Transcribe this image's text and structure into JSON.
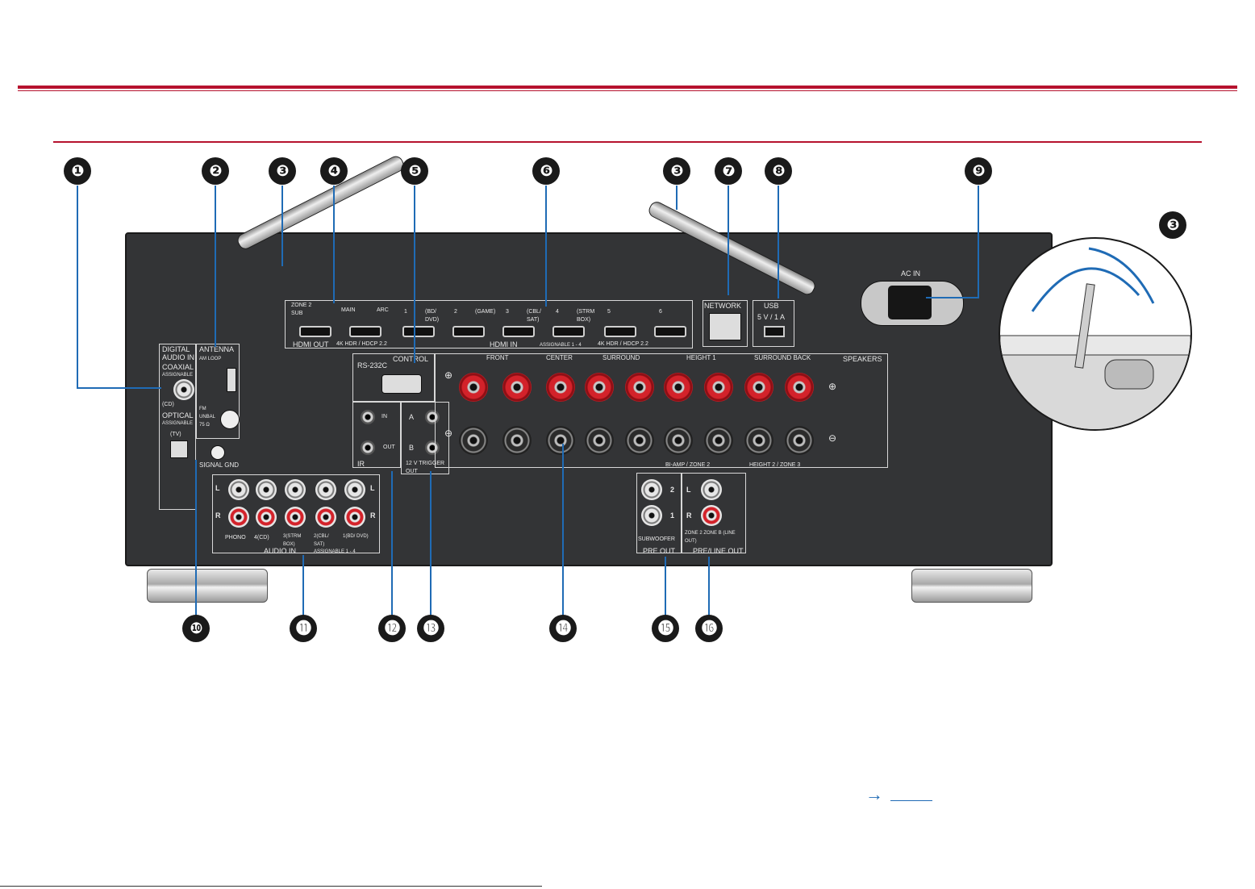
{
  "callouts": {
    "c1": "❶",
    "c2": "❷",
    "c3a": "❸",
    "c4": "❹",
    "c5": "❺",
    "c6": "❻",
    "c3b": "❸",
    "c7": "❼",
    "c8": "❽",
    "c9": "❾",
    "c3c": "❸",
    "c10": "❿",
    "c11": "⓫",
    "c12": "⓬",
    "c13": "⓭",
    "c14": "⓮",
    "c15": "⓯",
    "c16": "⓰"
  },
  "panel": {
    "digital_audio_in": "DIGITAL AUDIO IN",
    "coaxial": "COAXIAL",
    "assignable": "ASSIGNABLE",
    "cd": "(CD)",
    "optical": "OPTICAL",
    "optical_assignable": "ASSIGNABLE",
    "tv": "(TV)",
    "antenna": "ANTENNA",
    "am_loop": "AM LOOP",
    "fm": "FM UNBAL 75 Ω",
    "signal_gnd": "SIGNAL GND",
    "zone2_sub": "ZONE 2 SUB",
    "main": "MAIN",
    "arc": "ARC",
    "hdmi_out": "HDMI OUT",
    "hdr_out": "4K HDR / HDCP 2.2",
    "hdmi_in": "HDMI IN",
    "assignable_1_4": "ASSIGNABLE 1 - 4",
    "hdr_in": "4K HDR / HDCP 2.2",
    "in1": "1",
    "in1_label": "(BD/ DVD)",
    "in2": "2",
    "in2_label": "(GAME)",
    "in3": "3",
    "in3_label": "(CBL/ SAT)",
    "in4": "4",
    "in4_label": "(STRM BOX)",
    "in5": "5",
    "in6": "6",
    "network": "NETWORK",
    "usb": "USB",
    "usb_rating": "5 V / 1 A",
    "ac_in": "AC IN",
    "control": "CONTROL",
    "rs232c": "RS-232C",
    "ir": "IR",
    "ir_in": "IN",
    "ir_out": "OUT",
    "trigger_a": "A",
    "trigger_b": "B",
    "trigger": "12 V TRIGGER OUT",
    "speakers": "SPEAKERS",
    "front": "FRONT",
    "center": "CENTER",
    "surround": "SURROUND",
    "height1": "HEIGHT 1",
    "surround_back": "SURROUND BACK",
    "biamp_zone2": "BI-AMP / ZONE 2",
    "height2_zone3": "HEIGHT 2 / ZONE 3",
    "plus": "⊕",
    "minus": "⊖",
    "r": "R",
    "l": "L",
    "audio_in": "AUDIO IN",
    "audio_assignable": "ASSIGNABLE 1 - 4",
    "phono": "PHONO",
    "a_cd": "4(CD)",
    "a_strm": "3(STRM BOX)",
    "a_cbl": "2(CBL/ SAT)",
    "a_bd": "1(BD/ DVD)",
    "sub_2": "2",
    "sub_1": "1",
    "subwoofer": "SUBWOOFER",
    "pre_out": "PRE OUT",
    "zone2_line": "ZONE 2 ZONE B (LINE OUT)",
    "pre_line_out": "PRE/LINE OUT"
  },
  "link": {
    "arrow": "→"
  },
  "colors": {
    "rule": "#b6122e",
    "lead": "#1f6bb5",
    "chassis": "#333436"
  }
}
